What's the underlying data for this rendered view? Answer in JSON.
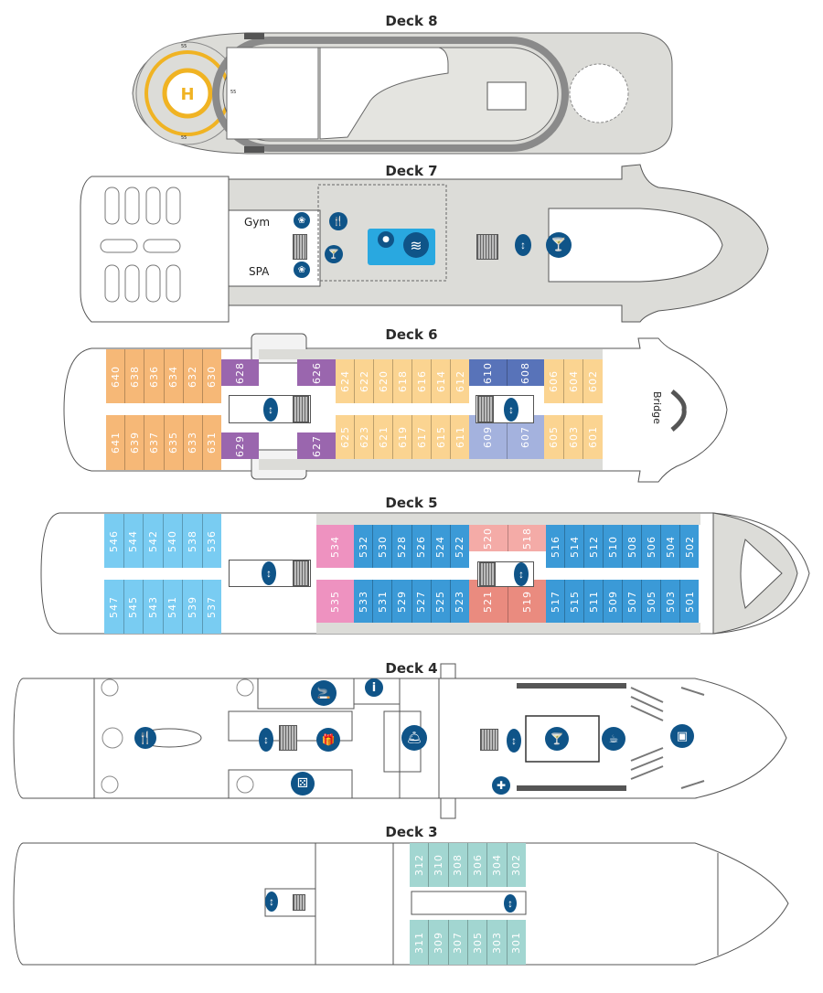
{
  "deck8": {
    "title": "Deck 8",
    "helipad_marks": [
      "55",
      "55",
      "55"
    ]
  },
  "deck7": {
    "title": "Deck 7",
    "gym_label": "Gym",
    "spa_label": "SPA"
  },
  "deck6": {
    "title": "Deck 6",
    "bridge_label": "Bridge",
    "cabins": {
      "left_top": [
        "640",
        "638",
        "636",
        "634",
        "632",
        "630"
      ],
      "left_bottom": [
        "641",
        "639",
        "637",
        "635",
        "633",
        "631"
      ],
      "purple_top_a": [
        "628"
      ],
      "purple_top_b": [
        "626"
      ],
      "purple_bottom_a": [
        "629"
      ],
      "purple_bottom_b": [
        "627"
      ],
      "mid_top": [
        "624",
        "622",
        "620",
        "618",
        "616",
        "614",
        "612"
      ],
      "mid_bottom": [
        "625",
        "623",
        "621",
        "619",
        "617",
        "615",
        "611"
      ],
      "suite_top": [
        "610",
        "608"
      ],
      "suite_bottom": [
        "609",
        "607"
      ],
      "fwd_top": [
        "606",
        "604",
        "602"
      ],
      "fwd_bottom": [
        "605",
        "603",
        "601"
      ]
    }
  },
  "deck5": {
    "title": "Deck 5",
    "cabins": {
      "left_top": [
        "546",
        "544",
        "542",
        "540",
        "538",
        "536"
      ],
      "left_bottom": [
        "547",
        "545",
        "543",
        "541",
        "539",
        "537"
      ],
      "pink_top": [
        "534"
      ],
      "pink_bottom": [
        "535"
      ],
      "mid_top": [
        "532",
        "530",
        "528",
        "526",
        "524",
        "522"
      ],
      "mid_bottom": [
        "533",
        "531",
        "529",
        "527",
        "525",
        "523"
      ],
      "salmon_top": [
        "520",
        "518"
      ],
      "salmon_bottom": [
        "521",
        "519"
      ],
      "fwd_top": [
        "516",
        "514",
        "512",
        "510",
        "508",
        "506",
        "504",
        "502"
      ],
      "fwd_bottom": [
        "517",
        "515",
        "511",
        "509",
        "507",
        "505",
        "503",
        "501"
      ]
    }
  },
  "deck4": {
    "title": "Deck 4"
  },
  "deck3": {
    "title": "Deck 3",
    "cabins": {
      "top": [
        "312",
        "310",
        "308",
        "306",
        "304",
        "302"
      ],
      "bottom": [
        "311",
        "309",
        "307",
        "305",
        "303",
        "301"
      ]
    }
  },
  "icons": {
    "elevator": "↕",
    "spa": "❀",
    "dining": "🍴",
    "bar": "🍸",
    "pool": "≋",
    "jacuzzi": "●",
    "smoking": "🚬",
    "info": "i",
    "gift": "🎁",
    "reception": "🛎",
    "casino": "⚄",
    "medical": "✚",
    "cafe": "☕",
    "theater": "▣"
  },
  "colors": {
    "icon": "#0f5488",
    "deck_gray": "#dcdcd8",
    "pool": "#29a8e0"
  }
}
